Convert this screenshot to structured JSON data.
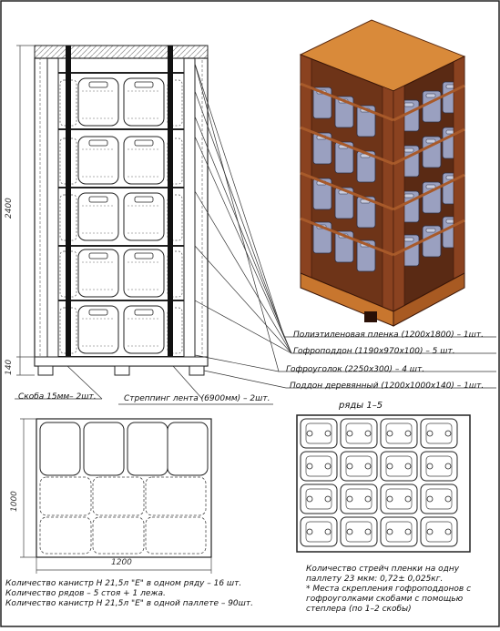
{
  "callouts": {
    "film": "Полиэтиленовая пленка (1200x1800) – 1шт.",
    "tray": "Гофроподдон (1190x970x100) – 5 шт.",
    "corner": "Гофроуголок (2250x300) – 4 шт.",
    "pallet": "Поддон деревянный (1200x1000x140) – 1шт.",
    "staple": "Скоба 15мм– 2шт.",
    "strap": "Стреппинг лента (6900мм) – 2шт."
  },
  "dimensions": {
    "height_total": "2400",
    "pallet_height": "140",
    "width_plan": "1200",
    "depth_plan": "1000"
  },
  "rows_title": "ряды 1–5",
  "notes_left": [
    "Количество канистр Н 21,5л \"Е\" в одном ряду – 16 шт.",
    "Количество рядов – 5 стоя + 1 лежа.",
    "Количество канистр Н 21,5л \"Е\" в одной паллете – 90шт."
  ],
  "notes_right": [
    "Количество стрейч пленки на одну",
    "паллету 23 мкм: 0,72± 0,025кг.",
    "* Места скрепления гофроподдонов с",
    "гофроуголками скобами с помощью",
    "степлера (по 1–2 скобы)"
  ],
  "colors": {
    "wood_top": "#d98a3a",
    "wood_side": "#7a3a1c",
    "canister": "#8a90b0",
    "line": "#222222"
  }
}
